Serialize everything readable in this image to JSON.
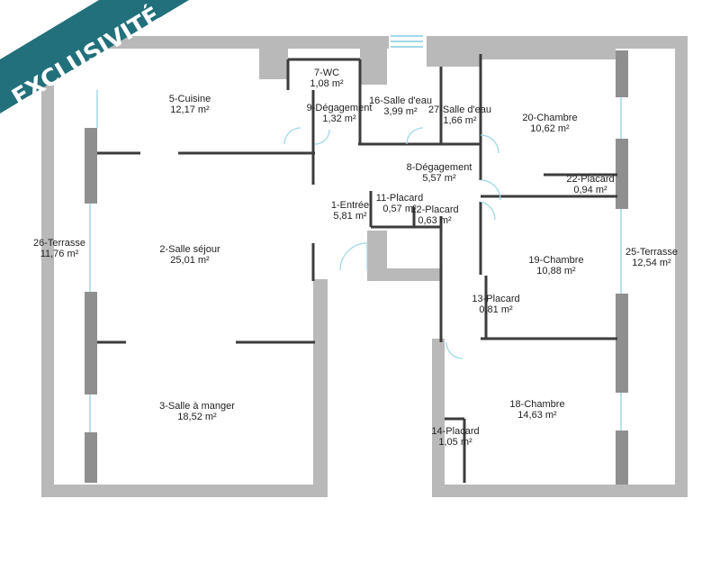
{
  "banner": {
    "label": "EXCLUSIVITÉ",
    "color": "#21707b"
  },
  "plan": {
    "wall_color": "#b9b9b9",
    "partition_color": "#3c3c3c",
    "window_color": "#9fd9e8",
    "rooms": [
      {
        "id": "cuisine",
        "name": "5-Cuisine",
        "area": "12,17 m²"
      },
      {
        "id": "wc",
        "name": "7-WC",
        "area": "1,08 m²"
      },
      {
        "id": "degagement-9",
        "name": "9-Dégagement",
        "area": "1,32 m²"
      },
      {
        "id": "salle-eau-16",
        "name": "16-Salle d'eau",
        "area": "3,99 m²"
      },
      {
        "id": "salle-eau-27",
        "name": "27-Salle d'eau",
        "area": "1,66 m²"
      },
      {
        "id": "chambre-20",
        "name": "20-Chambre",
        "area": "10,62 m²"
      },
      {
        "id": "degagement-8",
        "name": "8-Dégagement",
        "area": "5,57 m²"
      },
      {
        "id": "placard-22",
        "name": "22-Placard",
        "area": "0,94 m²"
      },
      {
        "id": "placard-11",
        "name": "11-Placard",
        "area": "0,57 m²"
      },
      {
        "id": "placard-12",
        "name": "12-Placard",
        "area": "0,63 m²"
      },
      {
        "id": "entree",
        "name": "1-Entrée",
        "area": "5,81 m²"
      },
      {
        "id": "terrasse-26",
        "name": "26-Terrasse",
        "area": "11,76 m²"
      },
      {
        "id": "salle-sejour",
        "name": "2-Salle séjour",
        "area": "25,01 m²"
      },
      {
        "id": "chambre-19",
        "name": "19-Chambre",
        "area": "10,88 m²"
      },
      {
        "id": "terrasse-25",
        "name": "25-Terrasse",
        "area": "12,54 m²"
      },
      {
        "id": "placard-13",
        "name": "13-Placard",
        "area": "0,81 m²"
      },
      {
        "id": "salle-manger",
        "name": "3-Salle à manger",
        "area": "18,52 m²"
      },
      {
        "id": "chambre-18",
        "name": "18-Chambre",
        "area": "14,63 m²"
      },
      {
        "id": "placard-14",
        "name": "14-Placard",
        "area": "1,05 m²"
      }
    ]
  }
}
